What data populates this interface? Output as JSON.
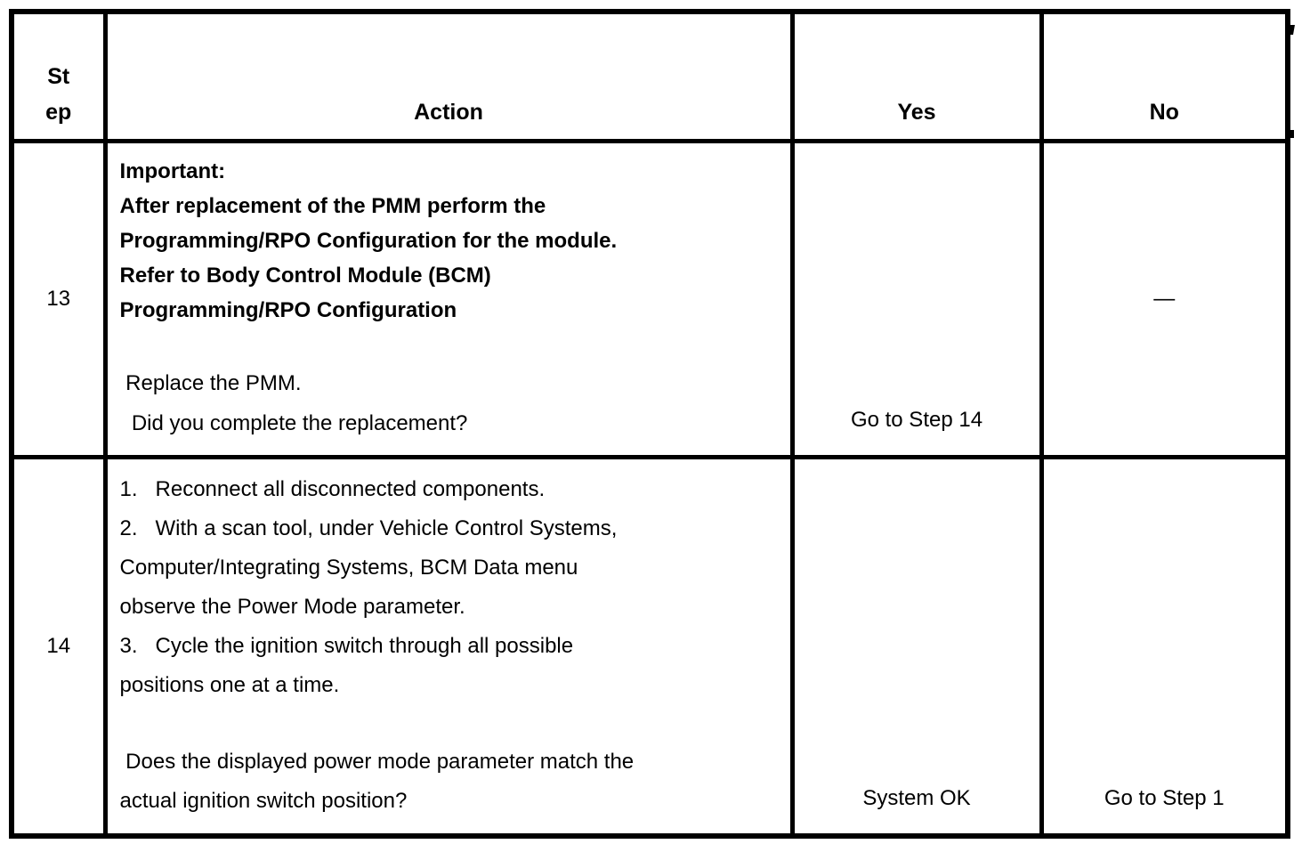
{
  "table": {
    "header": {
      "step_lines": [
        "St",
        "ep"
      ],
      "action": "Action",
      "yes": "Yes",
      "no": "No"
    },
    "rows": [
      {
        "step": "13",
        "important_lines": [
          "Important:",
          "After replacement of the PMM perform the",
          "Programming/RPO Configuration for the module.",
          "Refer to Body Control Module (BCM)",
          "Programming/RPO Configuration"
        ],
        "action_lines": [
          " Replace the PMM.",
          "  Did you complete the replacement?"
        ],
        "yes": "Go to Step 14",
        "no": "—"
      },
      {
        "step": "14",
        "action_lines": [
          "1.   Reconnect all disconnected components.",
          "2.   With a scan tool, under Vehicle Control Systems,",
          "Computer/Integrating Systems, BCM Data menu",
          "observe the Power Mode parameter.",
          "3.   Cycle the ignition switch through all possible",
          "positions one at a time."
        ],
        "question_lines": [
          " Does the displayed power mode parameter match the",
          "actual ignition switch position?"
        ],
        "yes": "System OK",
        "no": "Go to Step 1"
      }
    ]
  }
}
